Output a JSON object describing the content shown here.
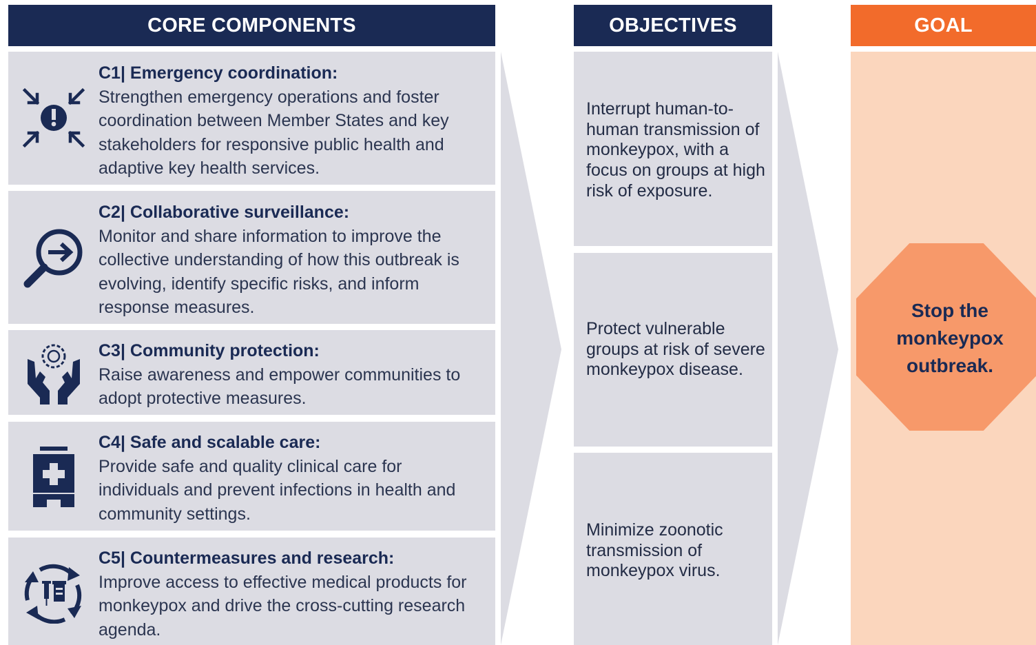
{
  "headers": {
    "core": "CORE COMPONENTS",
    "objectives": "OBJECTIVES",
    "goal": "GOAL"
  },
  "components": [
    {
      "title": "C1| Emergency coordination:",
      "description": "Strengthen emergency operations and foster coordination between Member States and key stakeholders for responsive public health and adaptive key health services.",
      "icon": "converging-arrows-alert-icon"
    },
    {
      "title": "C2| Collaborative surveillance:",
      "description": "Monitor and share information to improve the collective understanding of how this outbreak is evolving, identify specific risks, and inform response measures.",
      "icon": "magnifier-arrow-icon"
    },
    {
      "title": "C3| Community protection:",
      "description": "Raise awareness and empower communities to adopt protective measures.",
      "icon": "hands-protecting-virus-icon"
    },
    {
      "title": "C4| Safe and scalable care:",
      "description": "Provide safe and quality clinical care for individuals and prevent infections in health and community settings.",
      "icon": "hospital-icon"
    },
    {
      "title": "C5| Countermeasures and research:",
      "description": "Improve access to effective medical products for monkeypox and drive the cross-cutting research agenda.",
      "icon": "cycle-vaccine-icon"
    }
  ],
  "objectives": [
    "Interrupt human-to-human transmission of monkeypox, with a focus on groups at high risk of exposure.",
    "Protect vulnerable groups at risk of severe monkeypox disease.",
    "Minimize zoonotic transmission of monkeypox virus."
  ],
  "goal": {
    "text": "Stop the monkeypox outbreak."
  },
  "colors": {
    "navy": "#1a2a54",
    "orange": "#f26b2b",
    "panel_gray": "#dcdce3",
    "goal_peach": "#fbd6bd",
    "octagon": "#f7996a"
  }
}
